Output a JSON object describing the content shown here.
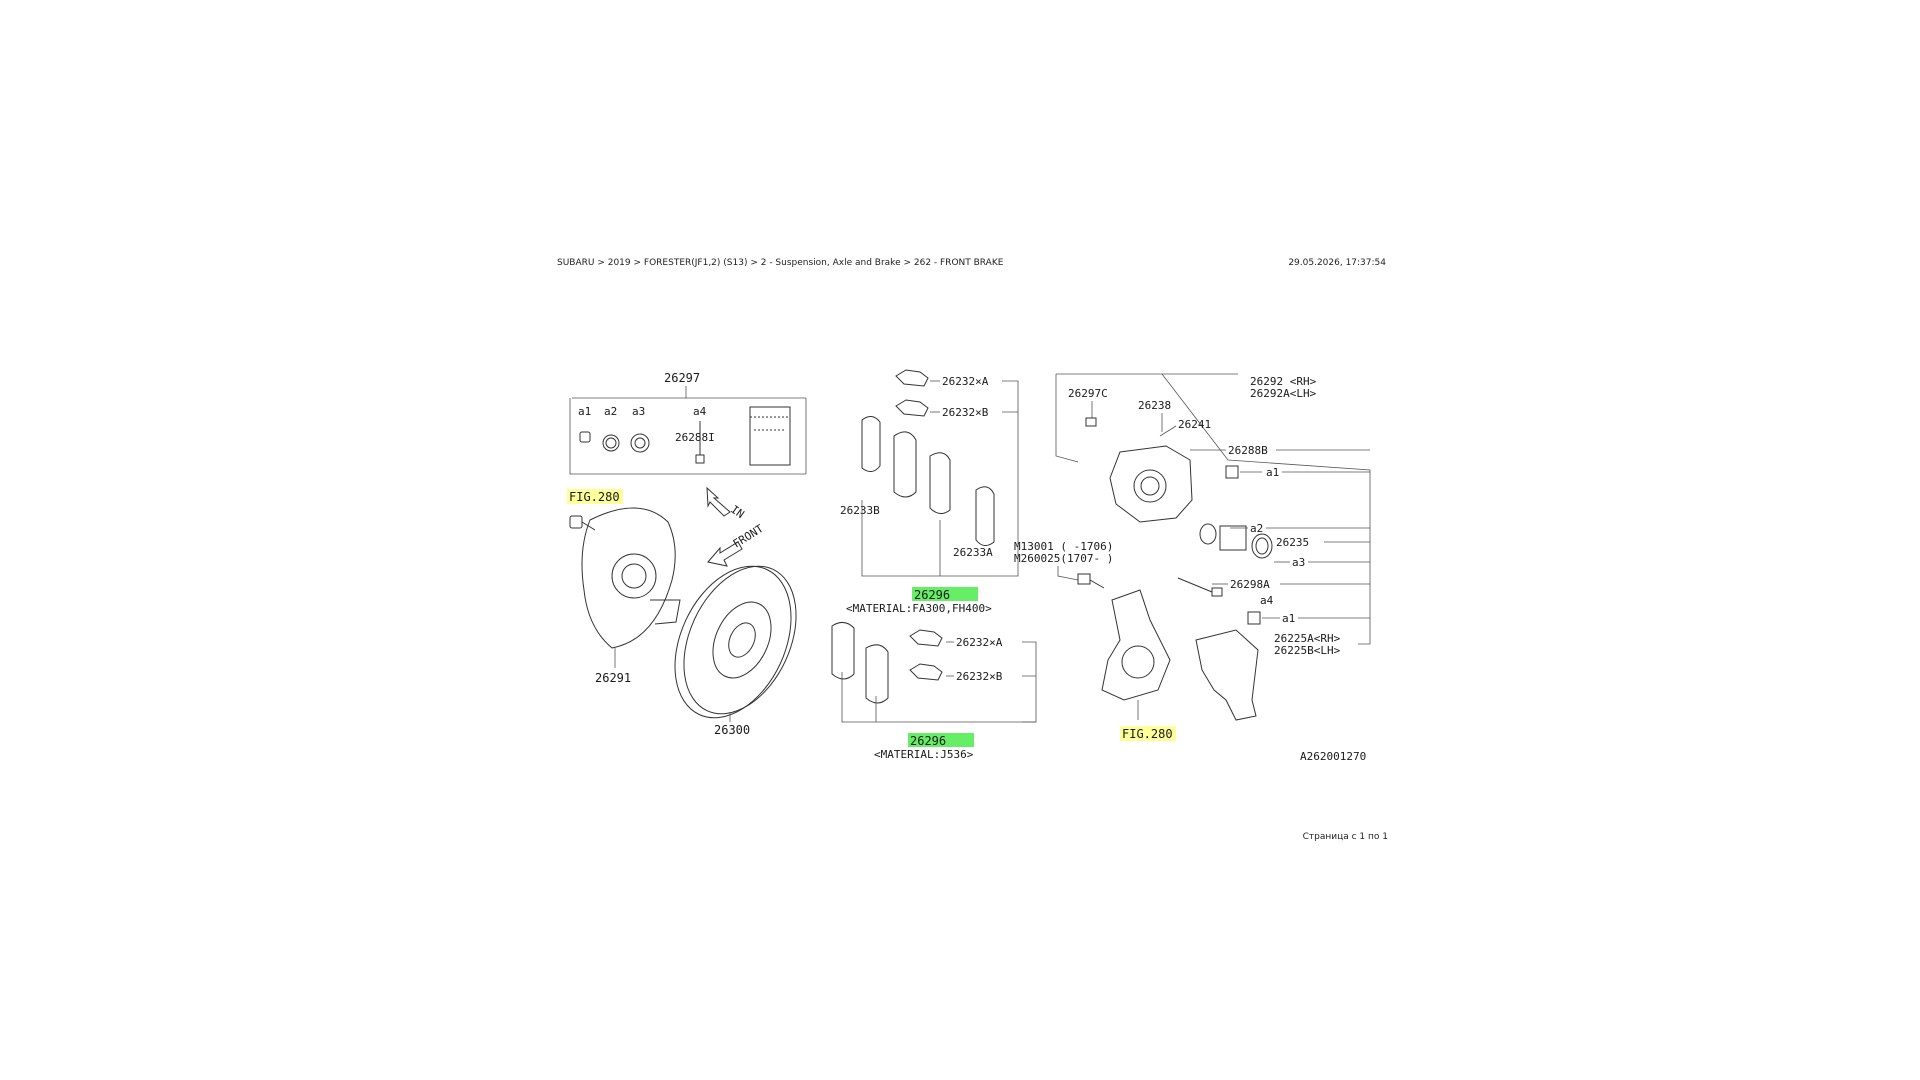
{
  "header": {
    "breadcrumb": "SUBARU > 2019 > FORESTER(JF1,2) (S13) > 2 - Suspension, Axle and Brake > 262 - FRONT BRAKE",
    "timestamp": "29.05.2026, 17:37:54"
  },
  "footer": {
    "page_info": "Страница с 1 по 1"
  },
  "colors": {
    "highlight_yellow": "#ffff99",
    "highlight_green": "#66ee66",
    "line": "#333333"
  },
  "diagram": {
    "kit_26297": {
      "number": "26297",
      "items": [
        "a1",
        "a2",
        "a3",
        "a4"
      ],
      "part_26288I": "26288I"
    },
    "fig280_left": "FIG.280",
    "arrow_in": "IN",
    "arrow_front": "FRONT",
    "part_26291": "26291",
    "part_26300": "26300",
    "pads_top": {
      "clip_a": "26232×A",
      "clip_b": "26232×B",
      "shim_b": "26233B",
      "shim_a": "26233A",
      "pad_number": "26296",
      "material": "<MATERIAL:FA300,FH400>"
    },
    "pads_bottom": {
      "clip_a": "26232×A",
      "clip_b": "26232×B",
      "pad_number": "26296",
      "material": "<MATERIAL:J536>"
    },
    "caliper": {
      "rh": "26292 <RH>",
      "lh": "26292A<LH>",
      "bolt": "26297C",
      "bleeder": "26238",
      "cap": "26241",
      "pin": "26288B",
      "a1_top": "a1",
      "a2": "a2",
      "piston": "26235",
      "a3": "a3",
      "guide": "26298A",
      "a4": "a4",
      "a1_bottom": "a1",
      "bracket_rh": "26225A<RH>",
      "bracket_lh": "26225B<LH>",
      "bolt_code_1": "M13001 ( -1706)",
      "bolt_code_2": "M260025(1707- )",
      "fig280": "FIG.280",
      "ref_code": "A262001270"
    }
  }
}
